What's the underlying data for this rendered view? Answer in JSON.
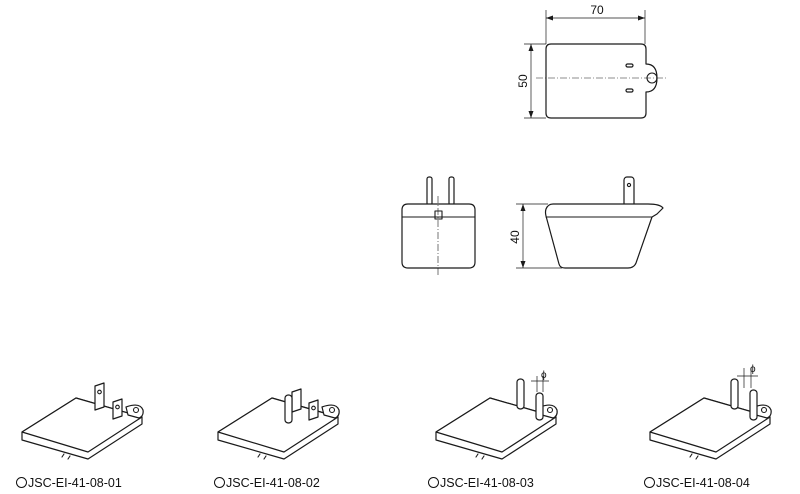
{
  "dimensions": {
    "width": "70",
    "height": "50",
    "depth": "40",
    "pin_diameter_symbol": "ϕ"
  },
  "models": [
    {
      "id": "JSC-EI-41-08-01"
    },
    {
      "id": "JSC-EI-41-08-02"
    },
    {
      "id": "JSC-EI-41-08-03"
    },
    {
      "id": "JSC-EI-41-08-04"
    }
  ]
}
